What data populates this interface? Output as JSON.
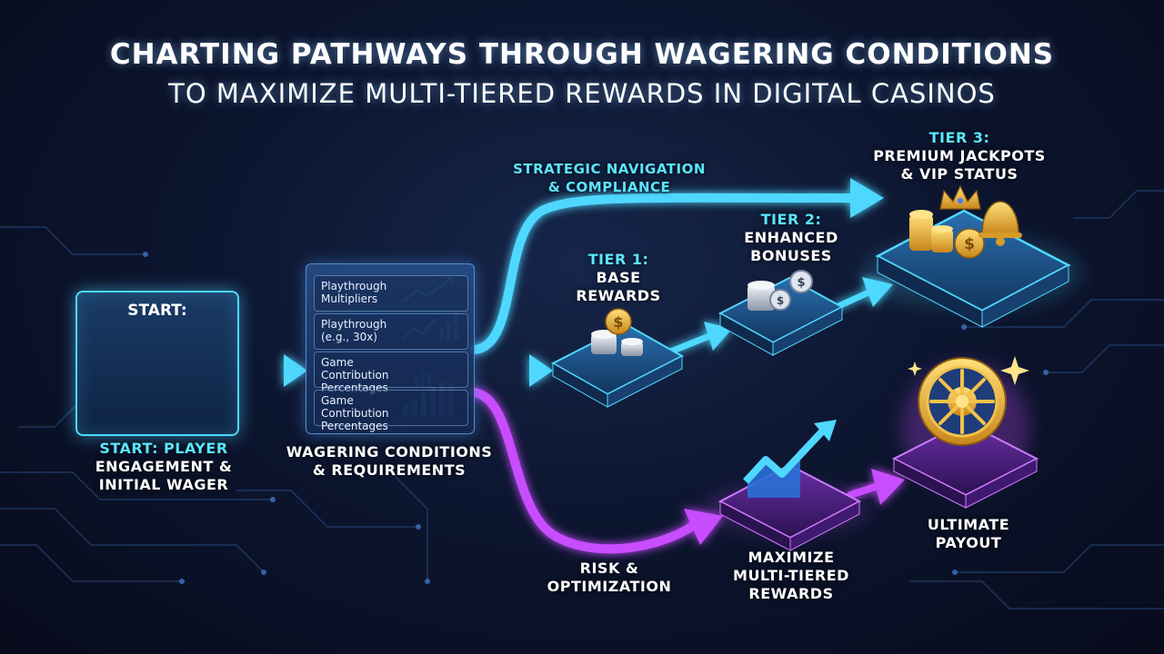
{
  "title": {
    "line1": "CHARTING PATHWAYS THROUGH WAGERING CONDITIONS",
    "line2": "TO MAXIMIZE MULTI-TIERED REWARDS IN DIGITAL CASINOS"
  },
  "start": {
    "panel_title": "START:",
    "caption": [
      "START: PLAYER",
      "ENGAGEMENT &",
      "INITIAL WAGER"
    ]
  },
  "wagering": {
    "rows": [
      "Playthrough Multipliers",
      "Playthrough (e.g., 30x)",
      "Game Contribution Percentages",
      "Game Contribution Percentages"
    ],
    "caption": [
      "WAGERING CONDITIONS",
      "& REQUIREMENTS"
    ]
  },
  "paths": {
    "upper": [
      "STRATEGIC NAVIGATION",
      "& COMPLIANCE"
    ],
    "lower": [
      "RISK &",
      "OPTIMIZATION"
    ]
  },
  "tiers": {
    "tier1": [
      "TIER 1:",
      "BASE",
      "REWARDS"
    ],
    "tier2": [
      "TIER 2:",
      "ENHANCED",
      "BONUSES"
    ],
    "tier3": [
      "TIER 3:",
      "PREMIUM JACKPOTS",
      "& VIP STATUS"
    ]
  },
  "outcomes": {
    "maximize": [
      "MAXIMIZE",
      "MULTI-TIERED",
      "REWARDS"
    ],
    "payout": [
      "ULTIMATE",
      "PAYOUT"
    ]
  },
  "colors": {
    "cyan": "#4fd8ff",
    "magenta": "#c84dff",
    "gold": "#f2b933",
    "background": "#0d1630"
  },
  "icons": [
    "slot-machine-icon",
    "coin-stack-icon",
    "poker-chip-icon",
    "crown-icon",
    "bell-icon",
    "growth-chart-icon",
    "roulette-wheel-icon",
    "sparkle-icon"
  ]
}
